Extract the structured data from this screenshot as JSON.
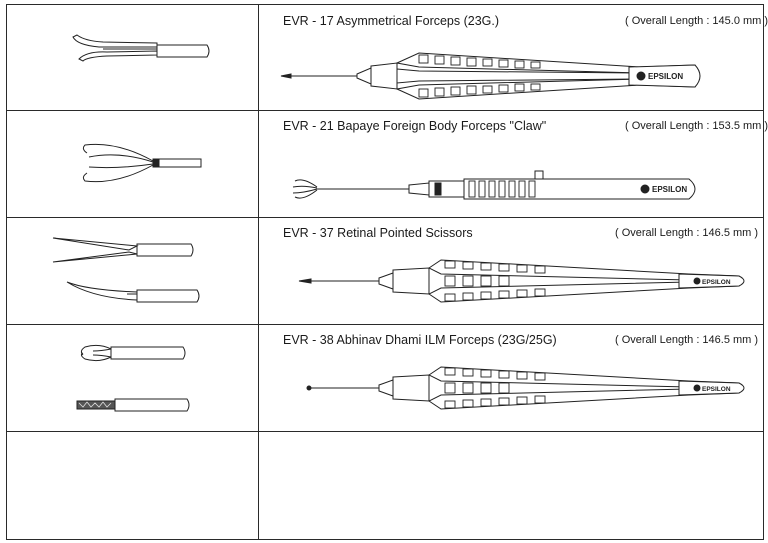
{
  "brand": "EPSILON",
  "products": [
    {
      "code_name": "EVR - 17  Asymmetrical Forceps (23G.)",
      "overall_length": "( Overall Length : 145.0 mm )",
      "tip_icon": "asymmetrical-forceps-tip-icon",
      "instrument_icon": "asymmetrical-forceps-icon"
    },
    {
      "code_name": "EVR - 21  Bapaye Foreign Body Forceps \"Claw\"",
      "overall_length": "( Overall Length : 153.5 mm )",
      "tip_icon": "claw-forceps-tip-icon",
      "instrument_icon": "claw-forceps-icon"
    },
    {
      "code_name": "EVR - 37 Retinal Pointed Scissors",
      "overall_length": "( Overall Length : 146.5 mm )",
      "tip_icon": "pointed-scissors-tip-icon",
      "instrument_icon": "pointed-scissors-icon"
    },
    {
      "code_name": "EVR - 38 Abhinav Dhami ILM Forceps (23G/25G)",
      "overall_length": "( Overall Length : 146.5 mm )",
      "tip_icon": "ilm-forceps-tip-icon",
      "instrument_icon": "ilm-forceps-icon"
    }
  ]
}
